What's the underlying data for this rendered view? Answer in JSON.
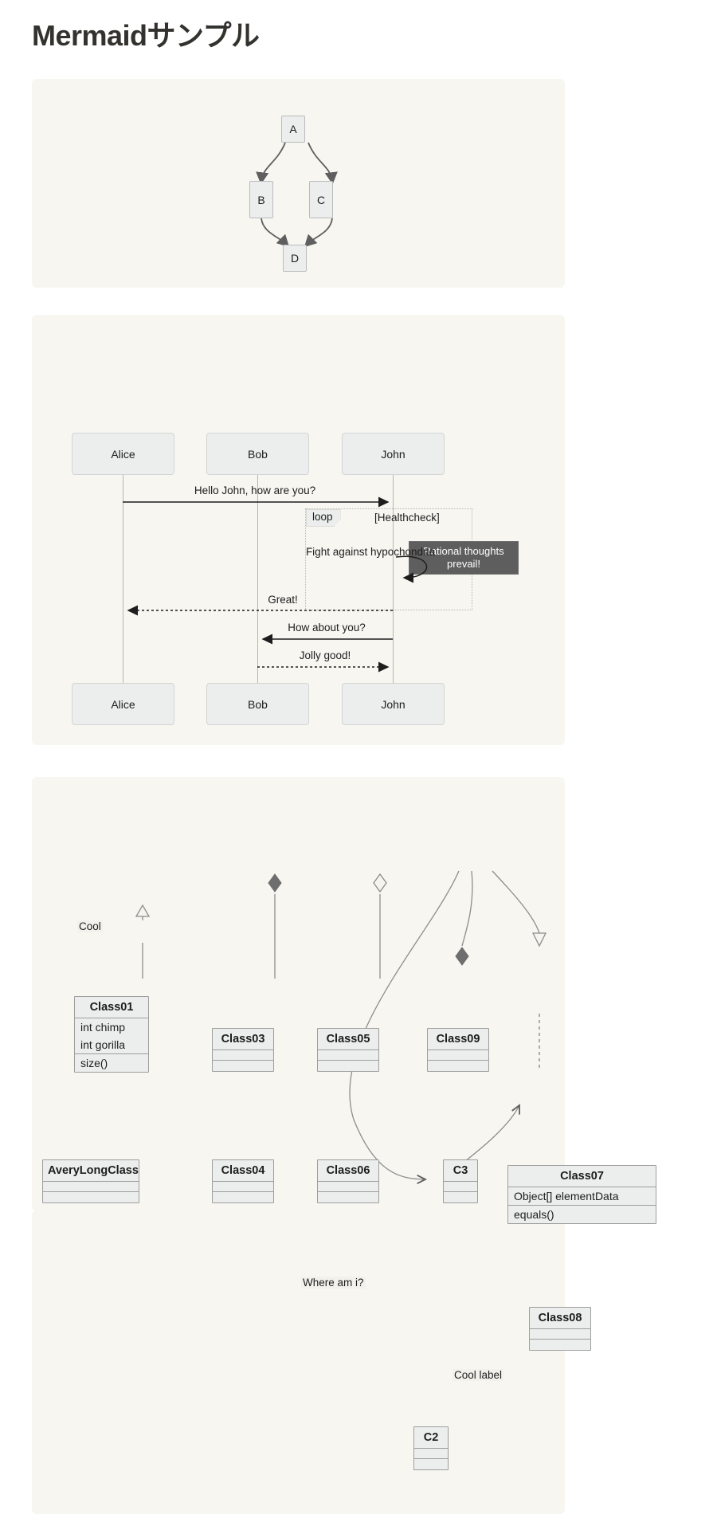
{
  "page": {
    "title": "Mermaidサンプル"
  },
  "colors": {
    "panel_bg": "#f7f6f1",
    "node_fill": "#eceded",
    "node_stroke": "#9e9e9e",
    "edge": "#5f5f5f",
    "note_fill": "#5e5e5e",
    "note_text": "#ffffff",
    "title": "#33322e"
  },
  "flowchart": {
    "name": "flowchart-diagram",
    "nodes": [
      {
        "id": "A",
        "label": "A"
      },
      {
        "id": "B",
        "label": "B"
      },
      {
        "id": "C",
        "label": "C"
      },
      {
        "id": "D",
        "label": "D"
      }
    ],
    "edges": [
      {
        "from": "A",
        "to": "B"
      },
      {
        "from": "A",
        "to": "C"
      },
      {
        "from": "B",
        "to": "D"
      },
      {
        "from": "C",
        "to": "D"
      }
    ]
  },
  "sequence": {
    "name": "sequence-diagram",
    "actors": [
      {
        "id": "alice",
        "label": "Alice"
      },
      {
        "id": "bob",
        "label": "Bob"
      },
      {
        "id": "john",
        "label": "John"
      }
    ],
    "actors_bottom": [
      {
        "id": "alice",
        "label": "Alice"
      },
      {
        "id": "bob",
        "label": "Bob"
      },
      {
        "id": "john",
        "label": "John"
      }
    ],
    "messages": [
      {
        "id": "m1",
        "text": "Hello John, how are you?",
        "from": "alice",
        "to": "john",
        "style": "solid"
      },
      {
        "id": "m2",
        "text": "Fight against hypochondria",
        "from": "john",
        "to": "john",
        "style": "self"
      },
      {
        "id": "m3",
        "text": "Great!",
        "from": "john",
        "to": "alice",
        "style": "dotted"
      },
      {
        "id": "m4",
        "text": "How about you?",
        "from": "john",
        "to": "bob",
        "style": "solid"
      },
      {
        "id": "m5",
        "text": "Jolly good!",
        "from": "bob",
        "to": "john",
        "style": "dotted"
      }
    ],
    "loop": {
      "tag": "loop",
      "condition": "[Healthcheck]"
    },
    "note": {
      "text": "Rational thoughts prevail!"
    }
  },
  "classdiagram": {
    "name": "class-diagram",
    "classes": [
      {
        "id": "class01",
        "title": "Class01",
        "attributes": [
          "int chimp",
          "int gorilla"
        ],
        "methods": [
          "size()"
        ]
      },
      {
        "id": "averylongclass",
        "title": "AveryLongClass",
        "attributes": [],
        "methods": []
      },
      {
        "id": "class03",
        "title": "Class03",
        "attributes": [],
        "methods": []
      },
      {
        "id": "class04",
        "title": "Class04",
        "attributes": [],
        "methods": []
      },
      {
        "id": "class05",
        "title": "Class05",
        "attributes": [],
        "methods": []
      },
      {
        "id": "class06",
        "title": "Class06",
        "attributes": [],
        "methods": []
      },
      {
        "id": "class09",
        "title": "Class09",
        "attributes": [],
        "methods": []
      },
      {
        "id": "c3",
        "title": "C3",
        "attributes": [],
        "methods": []
      },
      {
        "id": "class07",
        "title": "Class07",
        "attributes": [
          "Object[] elementData"
        ],
        "methods": [
          "equals()"
        ]
      },
      {
        "id": "class08",
        "title": "Class08",
        "attributes": [],
        "methods": []
      },
      {
        "id": "c2",
        "title": "C2",
        "attributes": [],
        "methods": []
      }
    ],
    "relations": [
      {
        "from": "class01",
        "to": "averylongclass",
        "label": "Cool",
        "type": "inheritance"
      },
      {
        "from": "class03",
        "to": "class04",
        "label": "",
        "type": "composition"
      },
      {
        "from": "class05",
        "to": "class06",
        "label": "",
        "type": "aggregation"
      },
      {
        "from": "class09",
        "to": "c2",
        "label": "Where am i?",
        "type": "association"
      },
      {
        "from": "class09",
        "to": "c3",
        "label": "",
        "type": "composition"
      },
      {
        "from": "class09",
        "to": "class07",
        "label": "",
        "type": "inheritance"
      },
      {
        "from": "class07",
        "to": "class08",
        "label": "",
        "type": "dependency"
      },
      {
        "from": "c2",
        "to": "class08",
        "label": "Cool label",
        "type": "association"
      }
    ],
    "labels": {
      "cool": "Cool",
      "where_am_i": "Where am i?",
      "cool_label": "Cool label"
    }
  }
}
